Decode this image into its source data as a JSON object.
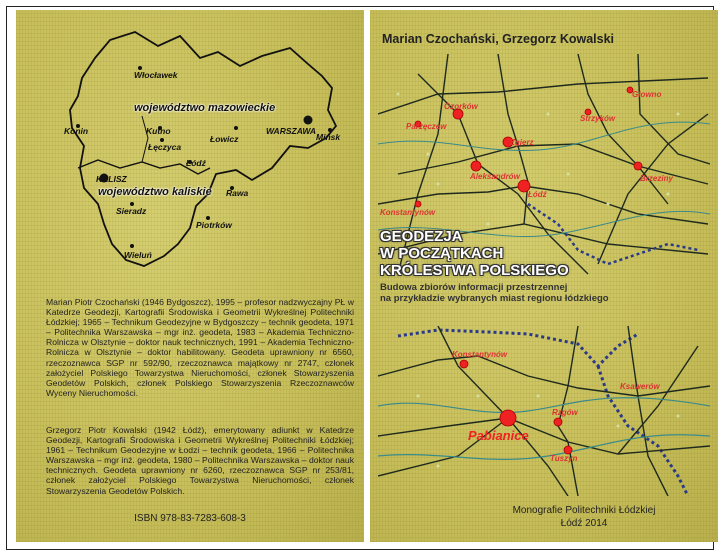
{
  "back_cover": {
    "map": {
      "regions": [
        "województwo mazowieckie",
        "województwo kaliskie"
      ],
      "towns": [
        "Włocławek",
        "Konin",
        "Kutno",
        "Łęczyca",
        "Łowicz",
        "WARSZAWA",
        "Mińsk",
        "Łódź",
        "KALISZ",
        "Sieradz",
        "Rawa",
        "Piotrków",
        "Wieluń"
      ]
    },
    "bio_czochanski": "Marian Piotr Czochański (1946 Bydgoszcz), 1995 – profesor nadzwyczajny PŁ w Katedrze Geodezji, Kartografii Środowiska i Geometrii Wykreślnej Politechniki Łódzkiej; 1965 – Technikum Geodezyjne w Bydgoszczy – technik geodeta, 1971 – Politechnika Warszawska – mgr inż. geodeta, 1983 – Akademia Techniczno-Rolnicza w Olsztynie – doktor nauk technicznych, 1991 – Akademia Techniczno-Rolnicza w Olsztynie – doktor habilitowany. Geodeta uprawniony nr 6560, rzeczoznawca SGP nr 592/90, rzeczoznawca majątkowy nr 2747, członek założyciel Polskiego Towarzystwa Nieruchomości, członek Stowarzyszenia Geodetów Polskich, członek Polskiego Stowarzyszenia Rzeczoznawców Wyceny Nieruchomości.",
    "bio_kowalski": "Grzegorz Piotr Kowalski (1942 Łódź), emerytowany adiunkt w Katedrze Geodezji, Kartografii Środowiska i Geometrii Wykreślnej Politechniki Łódzkiej; 1961 – Technikum Geodezyjne w Łodzi – technik geodeta, 1966 – Politechnika Warszawska – mgr inż. geodeta, 1980 – Politechnika Warszawska – doktor nauk technicznych. Geodeta uprawniony nr 6260, rzeczoznawca SGP nr 253/81, członek założyciel Polskiego Towarzystwa Nieruchomości, członek Stowarzyszenia Geodetów Polskich.",
    "isbn": "ISBN 978-83-7283-608-3"
  },
  "front_cover": {
    "authors": "Marian Czochański, Grzegorz Kowalski",
    "title_lines": [
      "GEODEZJA",
      "W POCZĄTKACH",
      "KRÓLESTWA POLSKIEGO"
    ],
    "subtitle_lines": [
      "Budowa zbiorów informacji przestrzennej",
      "na przykładzie wybranych miast regionu łódzkiego"
    ],
    "map_top_towns": [
      "Ozorków",
      "Zgierz",
      "Aleksandrów",
      "Łódź",
      "Strzyków",
      "Parzęczew",
      "Brzeziny",
      "Głowno",
      "Konstantynów"
    ],
    "map_bottom_towns": [
      "Pabianice",
      "Rzgów",
      "Tuszyn",
      "Konstantynów",
      "Ksawerów"
    ],
    "series_line1": "Monografie Politechniki Łódzkiej",
    "series_line2": "Łódź 2014"
  },
  "colors": {
    "paper": "#c8bf5a",
    "town_red": "#e22222",
    "road": "#223322",
    "border_dotted": "#223388"
  }
}
